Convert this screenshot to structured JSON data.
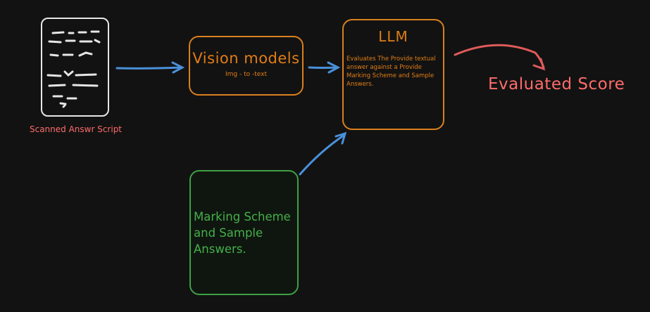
{
  "diagram": {
    "scanned_caption": "Scanned Answr Script",
    "vision": {
      "title": "Vision models",
      "subtitle": "Img - to -text"
    },
    "llm": {
      "title": "LLM",
      "description": "Evaluates The Provide textual answer against a Provide Marking Scheme and Sample Answers."
    },
    "score": "Evaluated Score",
    "marking_scheme": "Marking Scheme and Sample Answers."
  },
  "colors": {
    "background": "#121212",
    "doc_outline": "#e6e6e6",
    "vision_llm": "#e07d16",
    "marking": "#3ea043",
    "score": "#ff6b6b",
    "arrow_blue": "#4a90d9",
    "arrow_red": "#e05a5a"
  }
}
